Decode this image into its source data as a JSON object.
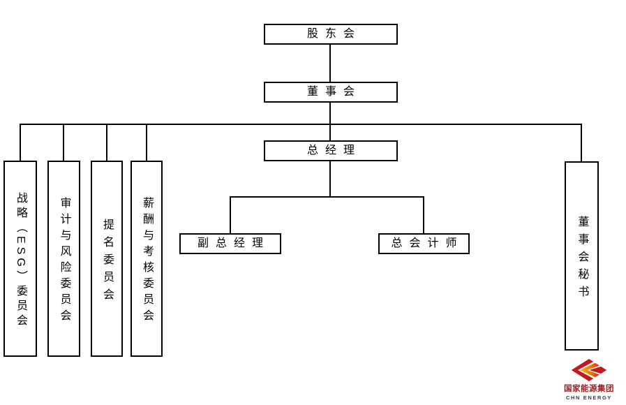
{
  "org_chart": {
    "type": "org-hierarchy-diagram",
    "nodes": {
      "shareholders": {
        "label": "股东会"
      },
      "board": {
        "label": "董事会"
      },
      "general_manager": {
        "label": "总经理"
      },
      "deputy_general_manager": {
        "label": "副总经理"
      },
      "chief_accountant": {
        "label": "总会计师"
      },
      "strategy_esg_committee": {
        "label": "战略（ESG）委员会"
      },
      "audit_risk_committee": {
        "label": "审计与风险委员会"
      },
      "nomination_committee": {
        "label": "提名委员会"
      },
      "remuneration_appraisal_committee": {
        "label": "薪酬与考核委员会"
      },
      "board_secretary": {
        "label": "董事会秘书"
      }
    },
    "edges": [
      {
        "from": "股东会",
        "to": "董事会"
      },
      {
        "from": "董事会",
        "to": "总经理"
      },
      {
        "from": "董事会",
        "to": "战略（ESG）委员会"
      },
      {
        "from": "董事会",
        "to": "审计与风险委员会"
      },
      {
        "from": "董事会",
        "to": "提名委员会"
      },
      {
        "from": "董事会",
        "to": "薪酬与考核委员会"
      },
      {
        "from": "董事会",
        "to": "董事会秘书"
      },
      {
        "from": "总经理",
        "to": "副总经理"
      },
      {
        "from": "总经理",
        "to": "总会计师"
      }
    ],
    "colors": {
      "box_border": "#000000",
      "connector": "#000000",
      "background": "#ffffff"
    }
  },
  "logo": {
    "company_name_cn": "国家能源集团",
    "company_name_en": "CHN ENERGY",
    "brand_red": "#c4161d",
    "brand_orange": "#ef7c00",
    "brand_gold": "#f9b021",
    "text_dark": "#3e3a39"
  }
}
